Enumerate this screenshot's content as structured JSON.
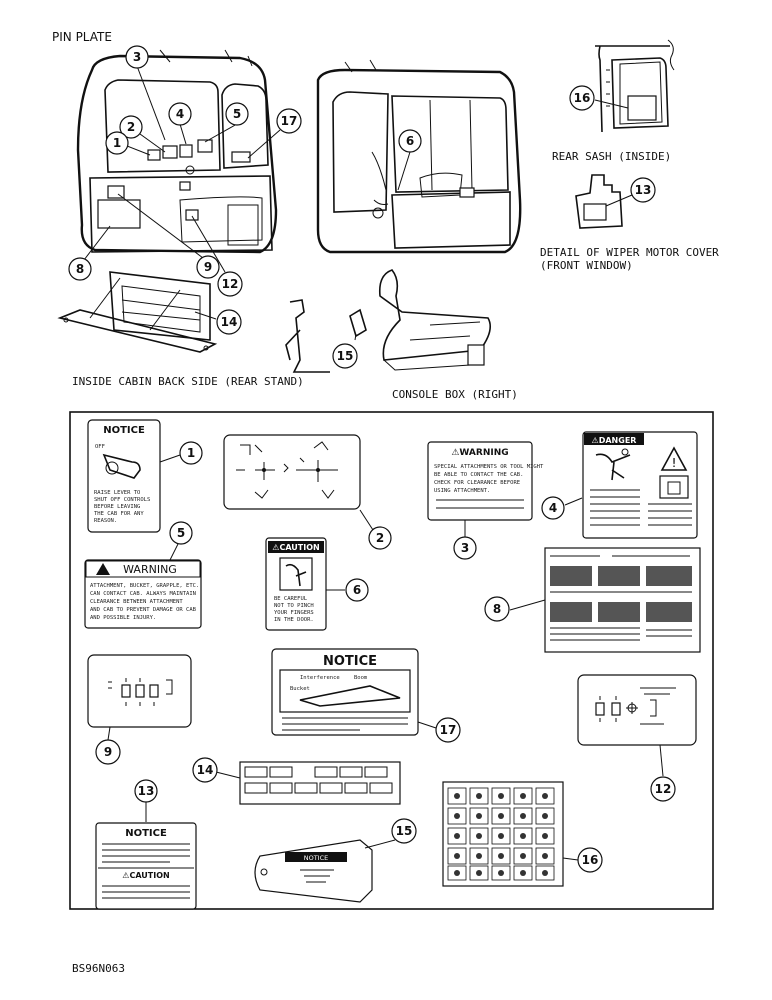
{
  "labels": {
    "pin_plate": "PIN PLATE",
    "rear_sash": "REAR SASH (INSIDE)",
    "wiper_detail_1": "DETAIL OF WIPER MOTOR COVER",
    "wiper_detail_2": "(FRONT WINDOW)",
    "inside_cabin": "INSIDE CABIN BACK SIDE (REAR STAND)",
    "console_box": "CONSOLE BOX (RIGHT)",
    "figure_code": "BS96N063"
  },
  "callouts": [
    "1",
    "2",
    "3",
    "4",
    "5",
    "6",
    "8",
    "9",
    "12",
    "13",
    "14",
    "15",
    "16",
    "17"
  ],
  "decals": {
    "d1": {
      "title": "NOTICE",
      "tag": "OFF",
      "text": [
        "RAISE LEVER TO",
        "SHUT OFF CONTROLS",
        "BEFORE LEAVING",
        "THE CAB FOR ANY",
        "REASON."
      ]
    },
    "d3": {
      "title": "⚠WARNING",
      "text": [
        "SPECIAL ATTACHMENTS OR TOOL MIGHT",
        "BE ABLE TO CONTACT THE CAB.",
        "CHECK FOR CLEARANCE BEFORE",
        "USING ATTACHMENT."
      ]
    },
    "d4": {
      "title": "⚠DANGER"
    },
    "d5": {
      "title": "WARNING",
      "text": [
        "ATTACHMENT, BUCKET, GRAPPLE, ETC.",
        "CAN CONTACT CAB. ALWAYS MAINTAIN",
        "CLEARANCE BETWEEN ATTACHMENT",
        "AND CAB TO PREVENT DAMAGE OR CAB",
        "AND POSSIBLE INJURY."
      ]
    },
    "d6": {
      "title": "⚠CAUTION",
      "text": [
        "BE CAREFUL",
        "NOT TO PINCH",
        "YOUR FINGERS",
        "IN THE DOOR."
      ]
    },
    "d13": {
      "title": "NOTICE",
      "caution": "⚠CAUTION"
    },
    "d15": {
      "title": "NOTICE"
    },
    "d17": {
      "title": "NOTICE",
      "sub1": "Interference",
      "sub2": "Bucket",
      "sub3": "Boom"
    }
  }
}
